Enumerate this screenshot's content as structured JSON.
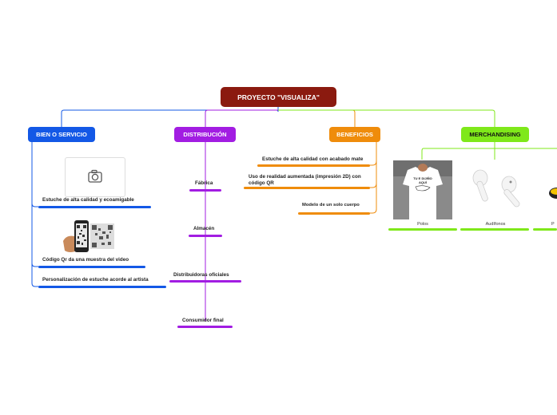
{
  "root": "PROYECTO \"VISUALIZA\"",
  "branches": [
    {
      "label": "BIEN O SERVICIO",
      "color": "#1358e6",
      "items": [
        "Estuche de alta calidad  y ecoamigable",
        "Código Qr  da una muestra del video",
        "Personalización de estuche acorde al artista"
      ]
    },
    {
      "label": "DISTRIBUCIÓN",
      "color": "#a21de2",
      "items": [
        "Fábrica",
        "Almacén",
        "Distribuidoras oficiales",
        "Consumidor final"
      ]
    },
    {
      "label": "BENEFICIOS",
      "color": "#ef8c0b",
      "items": [
        "Estuche de alta calidad con acabado mate",
        "Uso de realidad aumentada (impresión 2D) con código QR",
        "Modelo de un solo cuerpo"
      ]
    },
    {
      "label": "MERCHANDISING",
      "color": "#7fe81a",
      "items": [
        "Polos",
        "Audífonos",
        "P"
      ]
    }
  ],
  "images": {
    "camera": "camera-icon",
    "phone_qr": "phone-qr-image",
    "tshirt": "tshirt-image",
    "tshirt_text": "TU E DIJIÑO AQUÍ",
    "earbuds": "earbuds-image"
  },
  "root_color": "#8b1a0f"
}
